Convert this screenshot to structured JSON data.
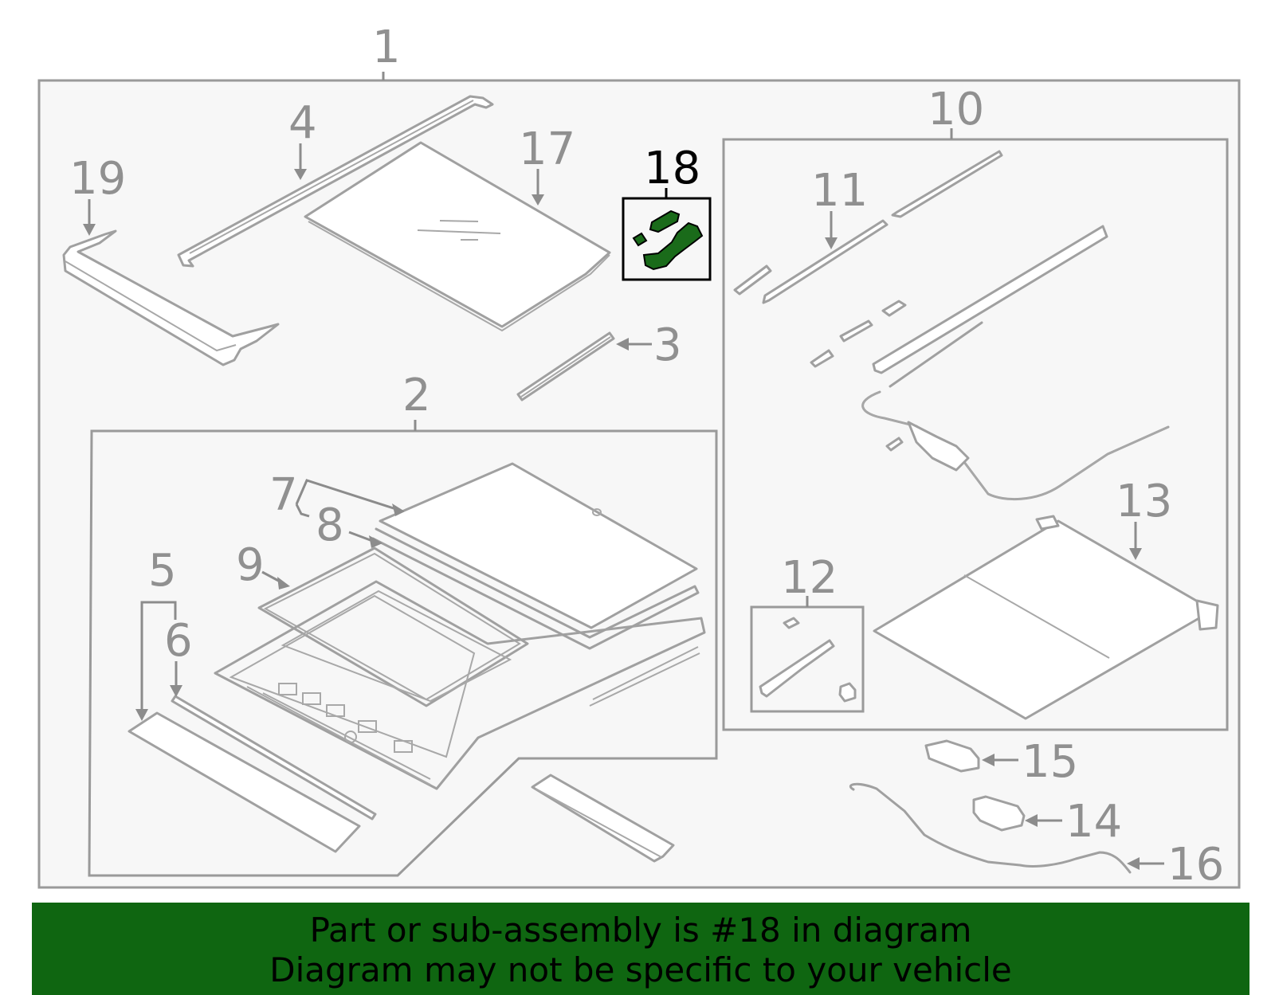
{
  "diagram": {
    "callouts": {
      "c1": "1",
      "c2": "2",
      "c3": "3",
      "c4": "4",
      "c5": "5",
      "c6": "6",
      "c7": "7",
      "c8": "8",
      "c9": "9",
      "c10": "10",
      "c11": "11",
      "c12": "12",
      "c13": "13",
      "c14": "14",
      "c15": "15",
      "c16": "16",
      "c17": "17",
      "c18": "18",
      "c19": "19"
    },
    "highlighted_part": "18",
    "highlight_color": "#1a6b1a"
  },
  "banner": {
    "line1": "Part or sub-assembly is #18 in diagram",
    "line2": "Diagram may not be specific to your vehicle",
    "background": "#0f6611"
  }
}
